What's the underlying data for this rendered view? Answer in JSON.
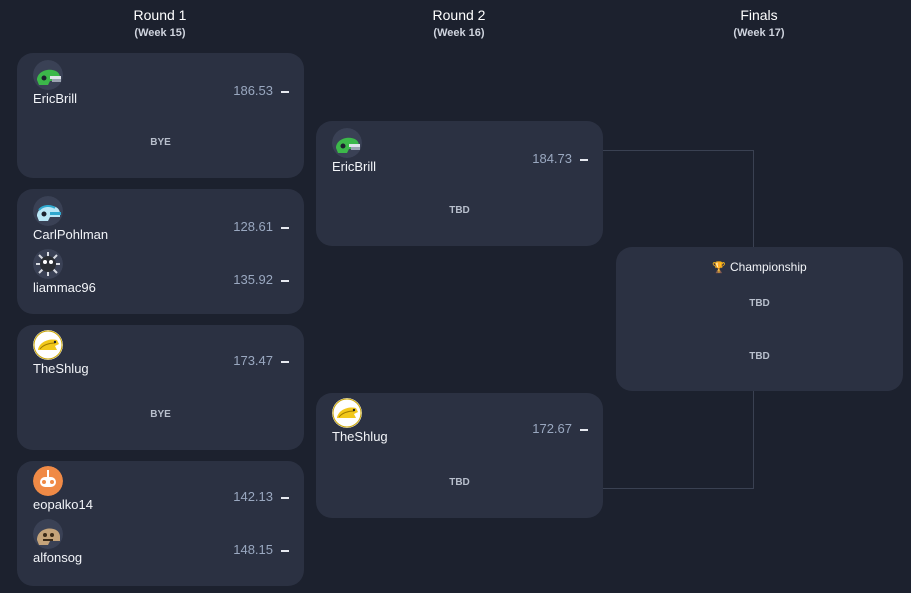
{
  "rounds": [
    {
      "title": "Round 1",
      "sub": "(Week 15)"
    },
    {
      "title": "Round 2",
      "sub": "(Week 16)"
    },
    {
      "title": "Finals",
      "sub": "(Week 17)"
    }
  ],
  "round1": [
    {
      "teams": [
        {
          "name": "EricBrill",
          "score": "186.53",
          "avatar": "green-helmet"
        }
      ],
      "bye": "BYE"
    },
    {
      "teams": [
        {
          "name": "CarlPohlman",
          "score": "128.61",
          "avatar": "light-blue-helmet"
        },
        {
          "name": "liammac96",
          "score": "135.92",
          "avatar": "spiked-ball"
        }
      ]
    },
    {
      "teams": [
        {
          "name": "TheShlug",
          "score": "173.47",
          "avatar": "yellow-slug"
        }
      ],
      "bye": "BYE"
    },
    {
      "teams": [
        {
          "name": "eopalko14",
          "score": "142.13",
          "avatar": "orange-robot"
        },
        {
          "name": "alfonsog",
          "score": "148.15",
          "avatar": "brown-helmet"
        }
      ]
    }
  ],
  "round2": [
    {
      "teams": [
        {
          "name": "EricBrill",
          "score": "184.73",
          "avatar": "green-helmet"
        }
      ],
      "tbd": "TBD"
    },
    {
      "teams": [
        {
          "name": "TheShlug",
          "score": "172.67",
          "avatar": "yellow-slug"
        }
      ],
      "tbd": "TBD"
    }
  ],
  "finals": {
    "trophy_icon": "trophy-icon",
    "title": "Championship",
    "slot1": "TBD",
    "slot2": "TBD"
  },
  "colors": {
    "background": "#1c212e",
    "card": "#2b3142",
    "score": "#9aa8c0"
  }
}
